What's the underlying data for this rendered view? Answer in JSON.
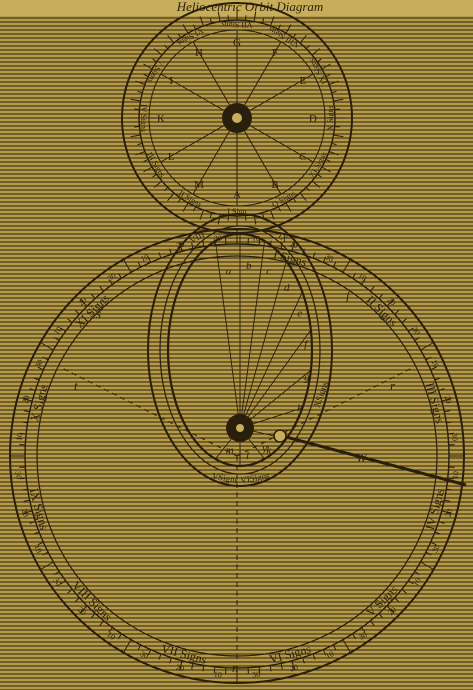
{
  "caption": "Heliocentric Orbit Diagram",
  "colors": {
    "paper": "#b59a48",
    "paper_light": "#c8ad5a",
    "ink": "#2a1f0c",
    "hatch": "#3b2d12"
  },
  "small_dial": {
    "center_icon": "sun-icon",
    "points": [
      {
        "label": "G"
      },
      {
        "label": "F"
      },
      {
        "label": "E"
      },
      {
        "label": "D"
      },
      {
        "label": "C"
      },
      {
        "label": "B"
      },
      {
        "label": "A"
      },
      {
        "label": "M"
      },
      {
        "label": "L"
      },
      {
        "label": "K"
      },
      {
        "label": "I"
      },
      {
        "label": "H"
      }
    ],
    "sign_labels": [
      "I Sign",
      "II Signs",
      "III Signs",
      "IV Signs",
      "V Signs",
      "VI Signs",
      "VII Signs",
      "VIII Signs",
      "IX Signs",
      "X Signs",
      "XI Signs",
      "O Signs"
    ]
  },
  "large_dial": {
    "center_icon": "sun-icon",
    "orbit_points": [
      "a",
      "b",
      "c",
      "d",
      "e",
      "f",
      "g",
      "h",
      "i",
      "k",
      "l",
      "m"
    ],
    "sign_labels": [
      {
        "label": "I Signs"
      },
      {
        "label": "II Signs"
      },
      {
        "label": "III Signs"
      },
      {
        "label": "IV Signs"
      },
      {
        "label": "V Signs"
      },
      {
        "label": "VI Signs"
      },
      {
        "label": "VII Signs"
      },
      {
        "label": "VIII Signs"
      },
      {
        "label": "IX Signs"
      },
      {
        "label": "X Signs"
      },
      {
        "label": "XI Signs"
      }
    ],
    "inner_sign_labels": [
      "XSigns",
      "VSigns",
      "VISigns",
      "IX",
      "VIII"
    ],
    "letters": {
      "n": "n",
      "r": "r",
      "t": "t",
      "s": "s",
      "f": "f",
      "y": "y",
      "w": "W",
      "c": "c"
    },
    "degree_ticks": [
      "10",
      "20",
      "30",
      "O"
    ]
  }
}
